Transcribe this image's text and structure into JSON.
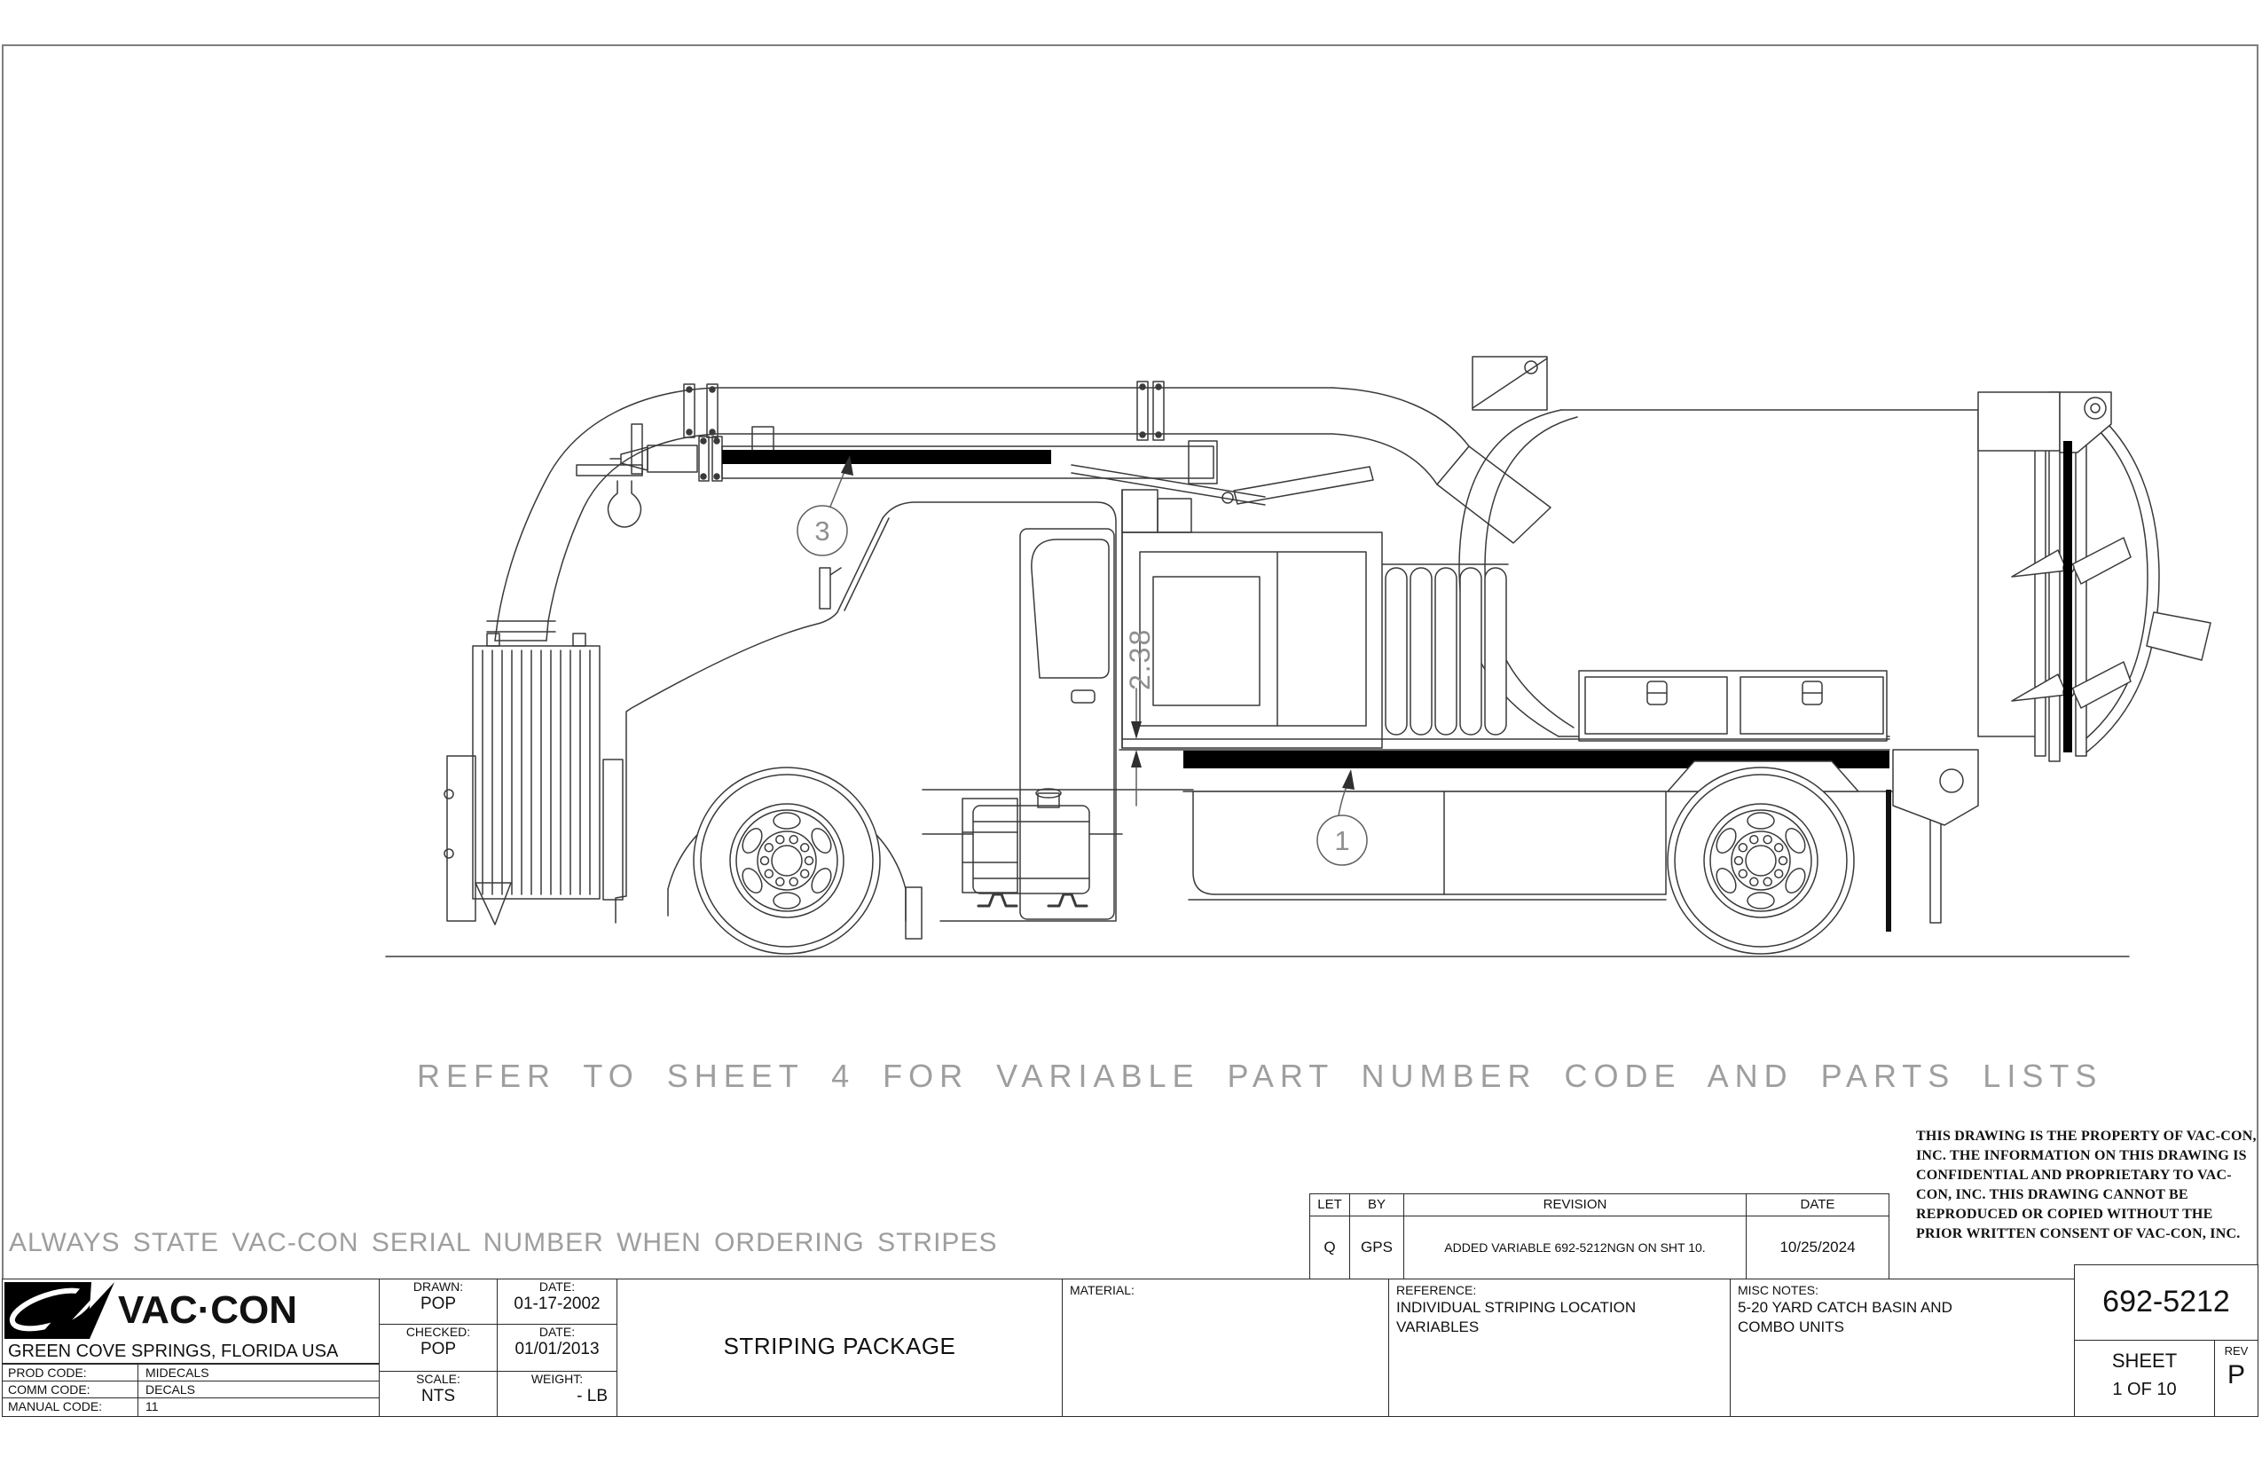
{
  "sheet": {
    "part_number": "692-5212",
    "notes": {
      "refer": "REFER TO SHEET 4 FOR VARIABLE PART NUMBER CODE AND PARTS LISTS",
      "always": "ALWAYS STATE VAC-CON SERIAL NUMBER WHEN ORDERING STRIPES"
    },
    "callouts": {
      "boom_stripe": "3",
      "body_stripe": "1"
    },
    "dimension": "2.38",
    "colors": {
      "stripe": "#000000",
      "line": "#3a3a3a",
      "cad_text": "#9e9e9e"
    }
  },
  "revision_table": {
    "headers": [
      "LET",
      "BY",
      "REVISION",
      "DATE"
    ],
    "row": {
      "let": "Q",
      "by": "GPS",
      "revision": "ADDED VARIABLE 692-5212NGN ON SHT 10.",
      "date": "10/25/2024"
    }
  },
  "copyright_notice": "THIS DRAWING IS THE PROPERTY OF VAC-CON, INC.  THE INFORMATION ON THIS DRAWING IS CONFIDENTIAL AND PROPRIETARY TO VAC-CON, INC.  THIS DRAWING CANNOT BE REPRODUCED OR COPIED WITHOUT THE PRIOR WRITTEN CONSENT OF VAC-CON, INC.",
  "title_block": {
    "company": {
      "name": "VAC·CON",
      "location": "GREEN COVE SPRINGS, FLORIDA USA"
    },
    "codes": [
      {
        "label": "PROD CODE:",
        "value": "MIDECALS"
      },
      {
        "label": "COMM CODE:",
        "value": "DECALS"
      },
      {
        "label": "MANUAL CODE:",
        "value": "11"
      }
    ],
    "drawn": {
      "label": "DRAWN:",
      "value": "POP",
      "date_label": "DATE:",
      "date": "01-17-2002"
    },
    "checked": {
      "label": "CHECKED:",
      "value": "POP",
      "date_label": "DATE:",
      "date": "01/01/2013"
    },
    "scale": {
      "label": "SCALE:",
      "value": "NTS"
    },
    "weight": {
      "label": "WEIGHT:",
      "value": "- LB"
    },
    "title": "STRIPING PACKAGE",
    "material_label": "MATERIAL:",
    "reference": {
      "label": "REFERENCE:",
      "value": "INDIVIDUAL STRIPING LOCATION VARIABLES"
    },
    "misc": {
      "label": "MISC NOTES:",
      "value": "5-20 YARD CATCH BASIN AND COMBO UNITS"
    },
    "sheet": {
      "label": "SHEET",
      "value": "1 OF 10"
    },
    "rev": {
      "label": "REV",
      "value": "P"
    }
  }
}
